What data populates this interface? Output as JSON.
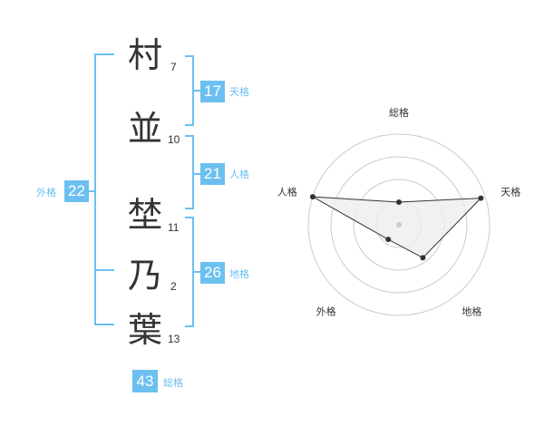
{
  "name": [
    {
      "char": "村",
      "strokes": "7"
    },
    {
      "char": "並",
      "strokes": "10"
    },
    {
      "char": "埜",
      "strokes": "11"
    },
    {
      "char": "乃",
      "strokes": "2"
    },
    {
      "char": "葉",
      "strokes": "13"
    }
  ],
  "fortune": {
    "tenkaku": {
      "value": "17",
      "label": "天格"
    },
    "jinkaku": {
      "value": "21",
      "label": "人格"
    },
    "chikaku": {
      "value": "26",
      "label": "地格"
    },
    "gaikaku": {
      "value": "22",
      "label": "外格"
    },
    "soukaku": {
      "value": "43",
      "label": "総格"
    }
  },
  "radar": {
    "axes": [
      "総格",
      "天格",
      "地格",
      "外格",
      "人格"
    ],
    "levels": 4,
    "values": [
      1,
      3.8,
      1.8,
      0.8,
      4
    ],
    "max": 4
  },
  "colors": {
    "accent": "#6cc0f0",
    "text": "#333333",
    "grid": "#cccccc",
    "fill": "#eeeeee"
  }
}
